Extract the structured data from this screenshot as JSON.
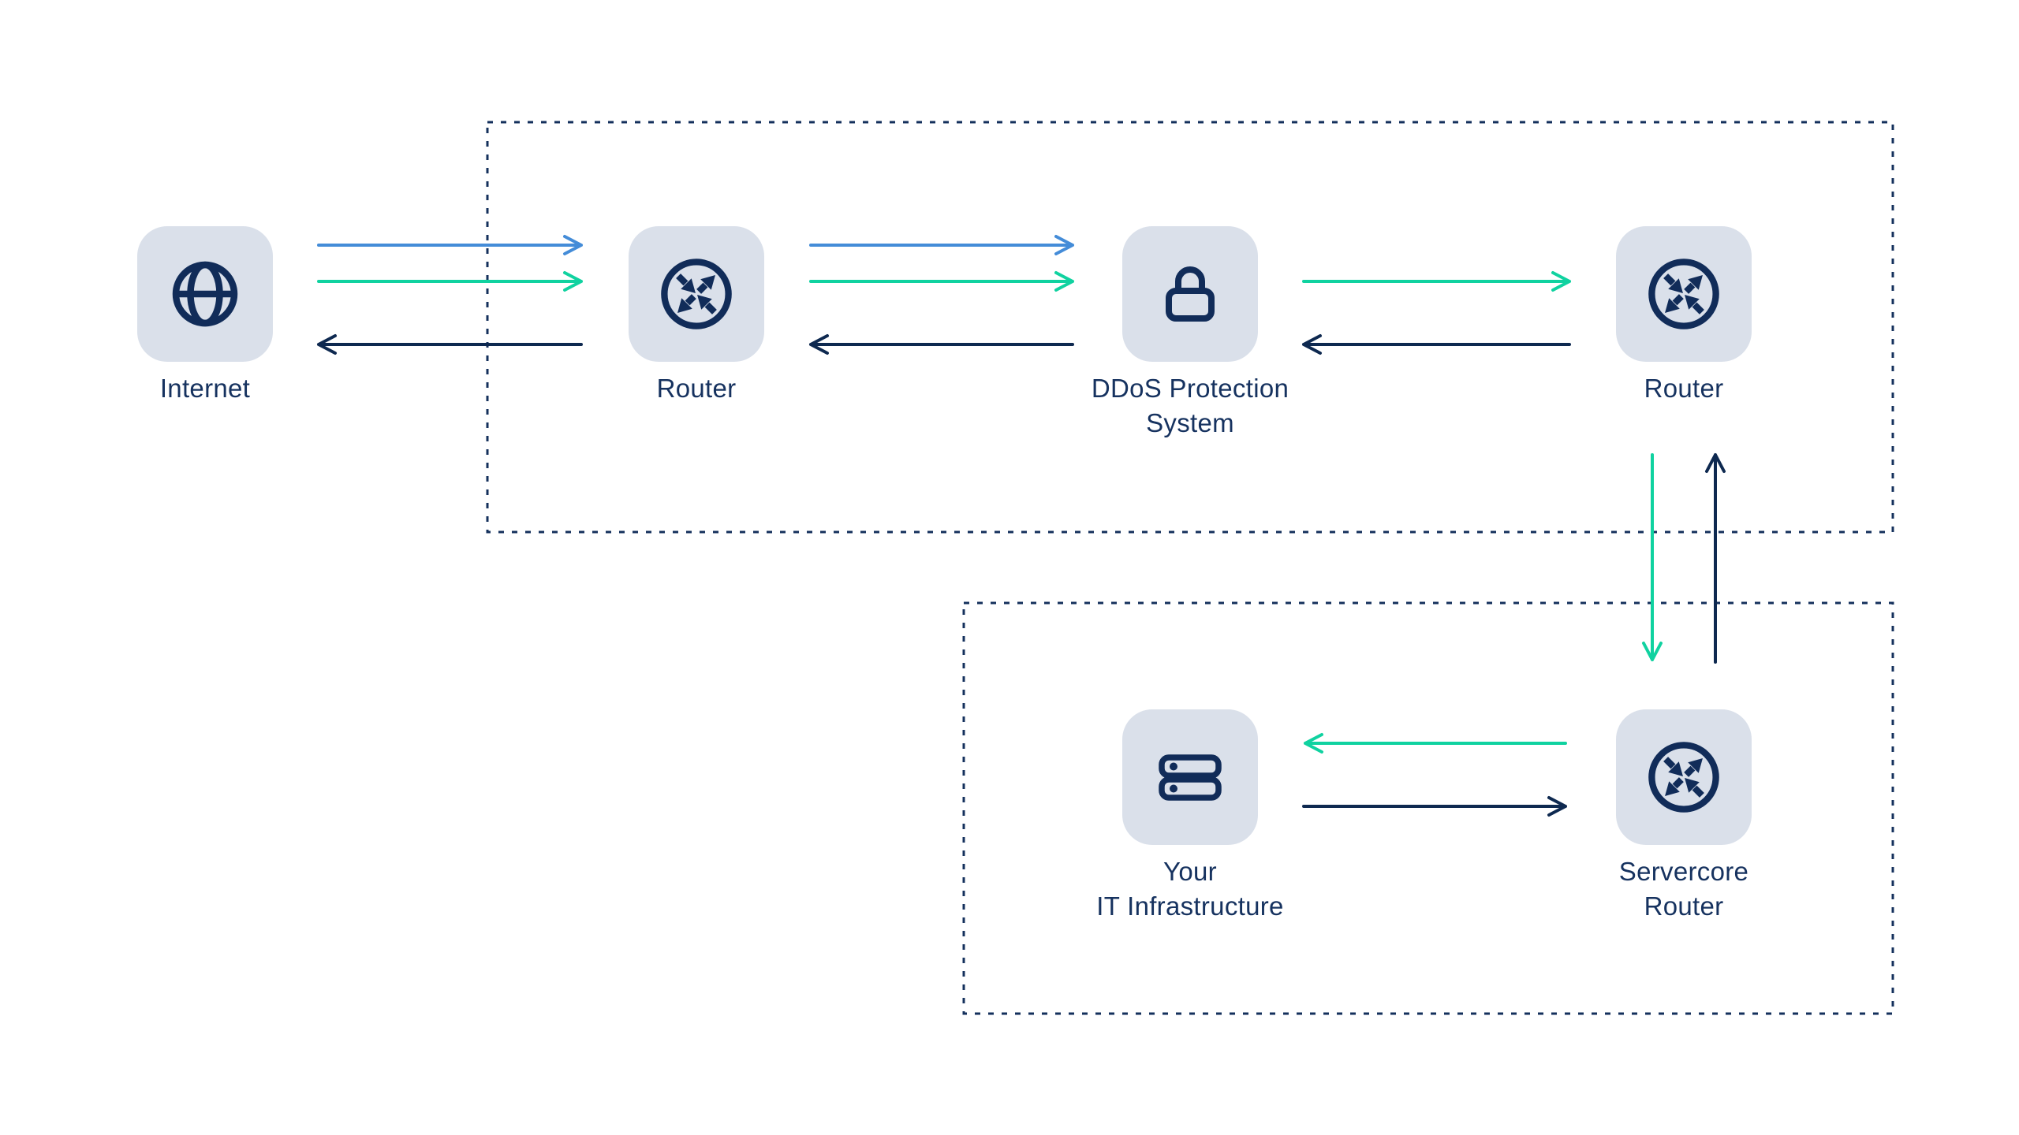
{
  "diagram_title": "",
  "colors": {
    "background": "#ffffff",
    "tile_bg": "#dae0ea",
    "navy_icon": "#112c59",
    "navy_text": "#16325f",
    "navy_line": "#0e2950",
    "zone_border": "#14305c",
    "blue": "#448cd8",
    "green": "#10d2a0"
  },
  "nodes": {
    "internet": {
      "label": "Internet",
      "icon": "globe-icon"
    },
    "router_edge": {
      "label": "Router",
      "icon": "router-icon"
    },
    "ddos": {
      "label": "DDoS Protection\nSystem",
      "icon": "lock-icon"
    },
    "router_core": {
      "label": "Router",
      "icon": "router-icon"
    },
    "it_infra": {
      "label": "Your\nIT Infrastructure",
      "icon": "servers-icon"
    },
    "servercore_router": {
      "label": "Servercore\nRouter",
      "icon": "router-icon"
    }
  },
  "zones": [
    {
      "id": "upper-dotted-zone",
      "contains": [
        "router_edge",
        "ddos",
        "router_core"
      ]
    },
    {
      "id": "lower-dotted-zone",
      "contains": [
        "it_infra",
        "servercore_router"
      ]
    }
  ],
  "arrows": [
    {
      "from": "internet",
      "to": "router_edge",
      "color": "blue",
      "direction": "right"
    },
    {
      "from": "internet",
      "to": "router_edge",
      "color": "green",
      "direction": "right"
    },
    {
      "from": "router_edge",
      "to": "internet",
      "color": "navy",
      "direction": "left"
    },
    {
      "from": "router_edge",
      "to": "ddos",
      "color": "blue",
      "direction": "right"
    },
    {
      "from": "router_edge",
      "to": "ddos",
      "color": "green",
      "direction": "right"
    },
    {
      "from": "ddos",
      "to": "router_edge",
      "color": "navy",
      "direction": "left"
    },
    {
      "from": "ddos",
      "to": "router_core",
      "color": "green",
      "direction": "right"
    },
    {
      "from": "router_core",
      "to": "ddos",
      "color": "navy",
      "direction": "left"
    },
    {
      "from": "router_core",
      "to": "servercore_router",
      "color": "green",
      "direction": "down"
    },
    {
      "from": "servercore_router",
      "to": "router_core",
      "color": "navy",
      "direction": "up"
    },
    {
      "from": "servercore_router",
      "to": "it_infra",
      "color": "green",
      "direction": "left"
    },
    {
      "from": "it_infra",
      "to": "servercore_router",
      "color": "navy",
      "direction": "right"
    }
  ]
}
